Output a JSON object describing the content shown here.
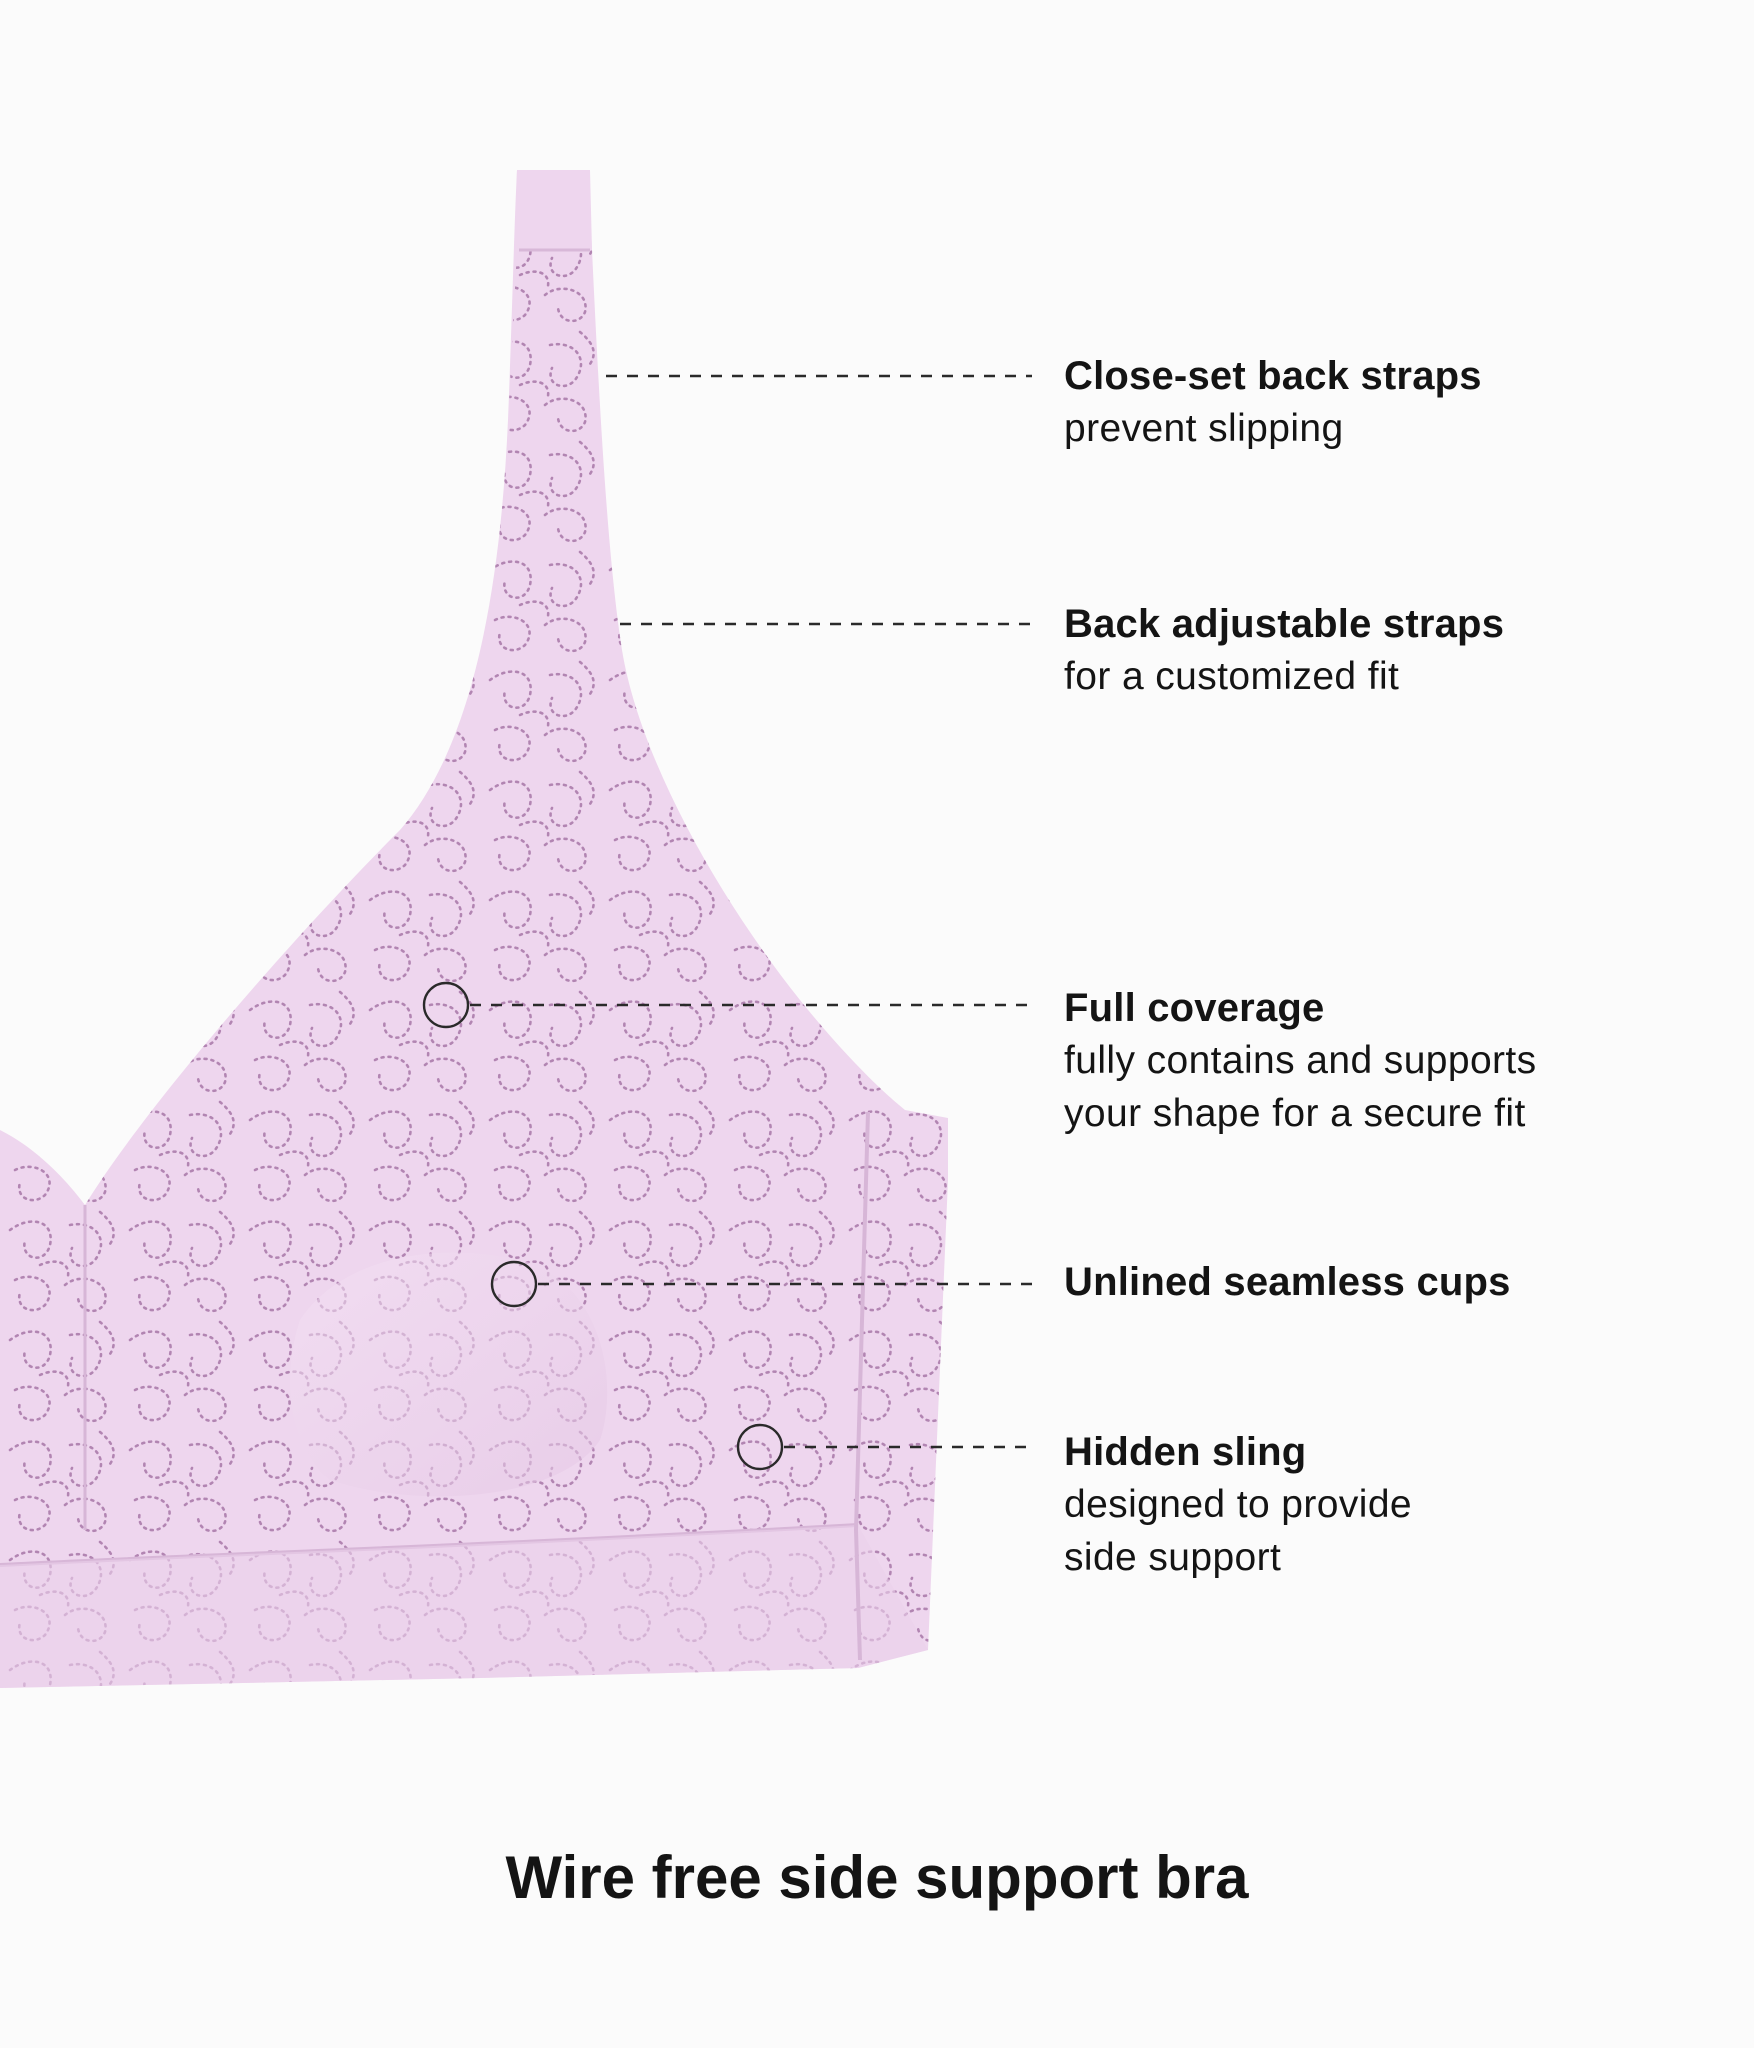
{
  "product_name": "Wire free side support bra",
  "colors": {
    "background": "#fbfbfb",
    "fabric": "#eed6ee",
    "fabric_shadow": "#dcbcdc",
    "lace_dots": "#a777a7",
    "callout_line": "#2a2a2a"
  },
  "product_image": {
    "subject": "lavender lace bralette, side view"
  },
  "features": [
    {
      "title": "Close-set back straps",
      "description": "prevent slipping"
    },
    {
      "title": "Back adjustable straps",
      "description": "for a customized fit"
    },
    {
      "title": "Full coverage",
      "description": "fully contains and supports\nyour shape for a secure fit"
    },
    {
      "title": "Unlined seamless cups",
      "description": ""
    },
    {
      "title": "Hidden sling",
      "description": "designed to provide\nside support"
    }
  ]
}
